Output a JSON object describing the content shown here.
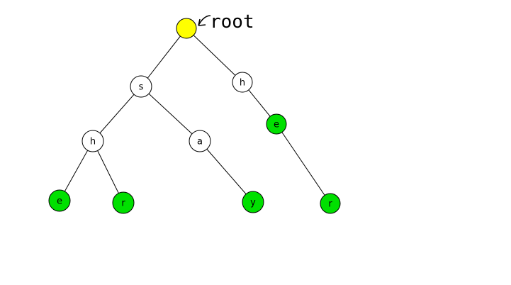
{
  "diagram": {
    "type": "trie",
    "root_label": "root",
    "colors": {
      "root": "#ffff00",
      "internal": "#ffffff",
      "terminal": "#00e000"
    },
    "nodes": [
      {
        "id": "root",
        "label": "",
        "kind": "root"
      },
      {
        "id": "s",
        "label": "s",
        "kind": "internal"
      },
      {
        "id": "h1",
        "label": "h",
        "kind": "internal"
      },
      {
        "id": "e1",
        "label": "e",
        "kind": "terminal"
      },
      {
        "id": "r1",
        "label": "r",
        "kind": "terminal"
      },
      {
        "id": "a",
        "label": "a",
        "kind": "internal"
      },
      {
        "id": "y",
        "label": "y",
        "kind": "terminal"
      },
      {
        "id": "h2",
        "label": "h",
        "kind": "internal"
      },
      {
        "id": "e2",
        "label": "e",
        "kind": "terminal"
      },
      {
        "id": "r2",
        "label": "r",
        "kind": "terminal"
      }
    ],
    "edges": [
      [
        "root",
        "s"
      ],
      [
        "root",
        "h2"
      ],
      [
        "s",
        "h1"
      ],
      [
        "s",
        "a"
      ],
      [
        "h1",
        "e1"
      ],
      [
        "h1",
        "r1"
      ],
      [
        "a",
        "y"
      ],
      [
        "h2",
        "e2"
      ],
      [
        "e2",
        "r2"
      ]
    ]
  }
}
